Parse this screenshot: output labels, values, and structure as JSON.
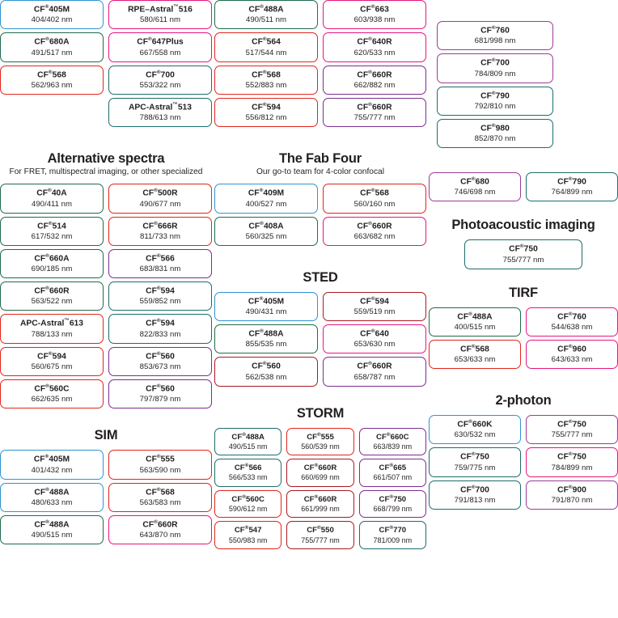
{
  "sections": {
    "top_left": {
      "chips": [
        {
          "name": "CF",
          "sup": "®",
          "model": "405M",
          "value": "404/402 nm",
          "color": "blue"
        },
        {
          "name": "RPE–Astral",
          "sup": "™",
          "model": "516",
          "value": "580/611 nm",
          "color": "magenta"
        },
        {
          "name": "CF",
          "sup": "®",
          "model": "680A",
          "value": "491/517 nm",
          "color": "green"
        },
        {
          "name": "CF",
          "sup": "®",
          "model": "647Plus",
          "value": "667/558 nm",
          "color": "magenta"
        },
        {
          "name": "CF",
          "sup": "®",
          "model": "568",
          "value": "562/963 nm",
          "color": "red"
        },
        {
          "name": "CF",
          "sup": "®",
          "model": "700",
          "value": "553/322 nm",
          "color": "teal"
        },
        {
          "name": "",
          "sup": "",
          "model": "",
          "value": "",
          "color": "none"
        },
        {
          "name": "APC-Astral",
          "sup": "™",
          "model": "513",
          "value": "788/613 nm",
          "color": "teal"
        }
      ]
    },
    "top_mid": {
      "chips": [
        {
          "name": "CF",
          "sup": "®",
          "model": "488A",
          "value": "490/511 nm",
          "color": "green"
        },
        {
          "name": "CF",
          "sup": "®",
          "model": "663",
          "value": "603/938 nm",
          "color": "magenta"
        },
        {
          "name": "CF",
          "sup": "®",
          "model": "564",
          "value": "517/544 nm",
          "color": "red"
        },
        {
          "name": "CF",
          "sup": "®",
          "model": "640R",
          "value": "620/533 nm",
          "color": "magenta"
        },
        {
          "name": "CF",
          "sup": "®",
          "model": "568",
          "value": "552/883 nm",
          "color": "red"
        },
        {
          "name": "CF",
          "sup": "®",
          "model": "660R",
          "value": "662/882 nm",
          "color": "purple"
        },
        {
          "name": "CF",
          "sup": "®",
          "model": "594",
          "value": "556/812 nm",
          "color": "red"
        },
        {
          "name": "CF",
          "sup": "®",
          "model": "660R",
          "value": "755/777 nm",
          "color": "purple"
        }
      ]
    },
    "top_right": {
      "chips": [
        {
          "name": "CF",
          "sup": "®",
          "model": "760",
          "value": "681/998 nm",
          "color": "violet"
        },
        {
          "name": "CF",
          "sup": "®",
          "model": "700",
          "value": "784/809 nm",
          "color": "violet"
        },
        {
          "name": "CF",
          "sup": "®",
          "model": "790",
          "value": "792/810 nm",
          "color": "teal"
        },
        {
          "name": "CF",
          "sup": "®",
          "model": "980",
          "value": "852/870 nm",
          "color": "teal"
        }
      ]
    },
    "alternative_spectra": {
      "title": "Alternative spectra",
      "subtitle": "For FRET, multispectral imaging, or other specialized",
      "chips": [
        {
          "name": "CF",
          "sup": "®",
          "model": "40A",
          "value": "490/411 nm",
          "color": "green"
        },
        {
          "name": "CF",
          "sup": "®",
          "model": "500R",
          "value": "490/677 nm",
          "color": "red"
        },
        {
          "name": "CF",
          "sup": "®",
          "model": "514",
          "value": "617/532 nm",
          "color": "green"
        },
        {
          "name": "CF",
          "sup": "®",
          "model": "666R",
          "value": "811/733 nm",
          "color": "red"
        },
        {
          "name": "CF",
          "sup": "®",
          "model": "660A",
          "value": "690/185 nm",
          "color": "green"
        },
        {
          "name": "CF",
          "sup": "®",
          "model": "566",
          "value": "683/831 nm",
          "color": "purple"
        },
        {
          "name": "CF",
          "sup": "®",
          "model": "660R",
          "value": "563/522 nm",
          "color": "green"
        },
        {
          "name": "CF",
          "sup": "®",
          "model": "594",
          "value": "559/852 nm",
          "color": "teal"
        },
        {
          "name": "APC-Astral",
          "sup": "™",
          "model": "613",
          "value": "788/133 nm",
          "color": "red"
        },
        {
          "name": "CF",
          "sup": "®",
          "model": "594",
          "value": "822/833 nm",
          "color": "teal"
        },
        {
          "name": "CF",
          "sup": "®",
          "model": "594",
          "value": "560/675 nm",
          "color": "red"
        },
        {
          "name": "CF",
          "sup": "®",
          "model": "560",
          "value": "853/673 nm",
          "color": "purple"
        },
        {
          "name": "CF",
          "sup": "®",
          "model": "560C",
          "value": "662/635 nm",
          "color": "red"
        },
        {
          "name": "CF",
          "sup": "®",
          "model": "560",
          "value": "797/879 nm",
          "color": "purple"
        }
      ]
    },
    "fab_four": {
      "title": "The Fab Four",
      "subtitle": "Our go-to team for 4-color confocal",
      "chips": [
        {
          "name": "CF",
          "sup": "®",
          "model": "409M",
          "value": "400/527 nm",
          "color": "blue"
        },
        {
          "name": "CF",
          "sup": "®",
          "model": "568",
          "value": "560/160 nm",
          "color": "red"
        },
        {
          "name": "CF",
          "sup": "®",
          "model": "408A",
          "value": "560/325 nm",
          "color": "green"
        },
        {
          "name": "CF",
          "sup": "®",
          "model": "660R",
          "value": "663/682 nm",
          "color": "magenta"
        }
      ]
    },
    "sted": {
      "title": "STED",
      "chips": [
        {
          "name": "CF",
          "sup": "®",
          "model": "405M",
          "value": "490/431 nm",
          "color": "blue"
        },
        {
          "name": "CF",
          "sup": "®",
          "model": "594",
          "value": "559/519 nm",
          "color": "darkred"
        },
        {
          "name": "CF",
          "sup": "®",
          "model": "488A",
          "value": "855/535 nm",
          "color": "green"
        },
        {
          "name": "CF",
          "sup": "®",
          "model": "640",
          "value": "653/630 nm",
          "color": "magenta"
        },
        {
          "name": "CF",
          "sup": "®",
          "model": "560",
          "value": "562/538 nm",
          "color": "darkred"
        },
        {
          "name": "CF",
          "sup": "®",
          "model": "660R",
          "value": "658/787 nm",
          "color": "purple"
        }
      ]
    },
    "mid_right_pair": {
      "chips": [
        {
          "name": "CF",
          "sup": "®",
          "model": "680",
          "value": "746/698 nm",
          "color": "violet"
        },
        {
          "name": "CF",
          "sup": "®",
          "model": "790",
          "value": "764/899 nm",
          "color": "teal"
        }
      ]
    },
    "photoacoustic": {
      "title": "Photoacoustic imaging",
      "chips": [
        {
          "name": "CF",
          "sup": "®",
          "model": "750",
          "value": "755/777 nm",
          "color": "teal"
        }
      ]
    },
    "tirf": {
      "title": "TIRF",
      "chips": [
        {
          "name": "CF",
          "sup": "®",
          "model": "488A",
          "value": "400/515 nm",
          "color": "green"
        },
        {
          "name": "CF",
          "sup": "®",
          "model": "760",
          "value": "544/638 nm",
          "color": "magenta"
        },
        {
          "name": "CF",
          "sup": "®",
          "model": "568",
          "value": "653/633 nm",
          "color": "red"
        },
        {
          "name": "CF",
          "sup": "®",
          "model": "960",
          "value": "643/633 nm",
          "color": "magenta"
        }
      ]
    },
    "sim": {
      "title": "SIM",
      "chips": [
        {
          "name": "CF",
          "sup": "®",
          "model": "405M",
          "value": "401/432 nm",
          "color": "blue"
        },
        {
          "name": "CF",
          "sup": "®",
          "model": "555",
          "value": "563/590 nm",
          "color": "red"
        },
        {
          "name": "CF",
          "sup": "®",
          "model": "488A",
          "value": "480/633 nm",
          "color": "blue"
        },
        {
          "name": "CF",
          "sup": "®",
          "model": "568",
          "value": "563/583 nm",
          "color": "red"
        },
        {
          "name": "CF",
          "sup": "®",
          "model": "488A",
          "value": "490/515 nm",
          "color": "green"
        },
        {
          "name": "CF",
          "sup": "®",
          "model": "660R",
          "value": "643/870 nm",
          "color": "magenta"
        }
      ]
    },
    "storm": {
      "title": "STORM",
      "chips": [
        {
          "name": "CF",
          "sup": "®",
          "model": "488A",
          "value": "490/515 nm",
          "color": "teal"
        },
        {
          "name": "CF",
          "sup": "®",
          "model": "555",
          "value": "560/539 nm",
          "color": "red"
        },
        {
          "name": "CF",
          "sup": "®",
          "model": "660C",
          "value": "663/839 nm",
          "color": "purple"
        },
        {
          "name": "CF",
          "sup": "®",
          "model": "566",
          "value": "566/533 nm",
          "color": "teal"
        },
        {
          "name": "CF",
          "sup": "®",
          "model": "660R",
          "value": "660/699 nm",
          "color": "darkred"
        },
        {
          "name": "CF",
          "sup": "®",
          "model": "665",
          "value": "661/507 nm",
          "color": "purple"
        },
        {
          "name": "CF",
          "sup": "®",
          "model": "560C",
          "value": "590/612 nm",
          "color": "red"
        },
        {
          "name": "CF",
          "sup": "®",
          "model": "660R",
          "value": "661/999 nm",
          "color": "darkred"
        },
        {
          "name": "CF",
          "sup": "®",
          "model": "750",
          "value": "668/799 nm",
          "color": "purple"
        },
        {
          "name": "CF",
          "sup": "®",
          "model": "547",
          "value": "550/983 nm",
          "color": "red"
        },
        {
          "name": "CF",
          "sup": "®",
          "model": "550",
          "value": "755/777 nm",
          "color": "darkred"
        },
        {
          "name": "CF",
          "sup": "®",
          "model": "770",
          "value": "781/009 nm",
          "color": "teal"
        }
      ]
    },
    "two_photon": {
      "title": "2-photon",
      "chips": [
        {
          "name": "CF",
          "sup": "®",
          "model": "660K",
          "value": "630/532 nm",
          "color": "blue"
        },
        {
          "name": "CF",
          "sup": "®",
          "model": "750",
          "value": "755/777 nm",
          "color": "violet"
        },
        {
          "name": "CF",
          "sup": "®",
          "model": "750",
          "value": "759/775 nm",
          "color": "teal"
        },
        {
          "name": "CF",
          "sup": "®",
          "model": "750",
          "value": "784/899 nm",
          "color": "magenta"
        },
        {
          "name": "CF",
          "sup": "®",
          "model": "700",
          "value": "791/813 nm",
          "color": "teal"
        },
        {
          "name": "CF",
          "sup": "®",
          "model": "900",
          "value": "791/870 nm",
          "color": "violet"
        }
      ]
    }
  },
  "colors": {
    "blue": "#2E94D2",
    "green": "#1F6B4A",
    "teal": "#1C6D6B",
    "red": "#E1251B",
    "darkred": "#A81A22",
    "magenta": "#E6147E",
    "purple": "#7B2D8E",
    "violet": "#9B3C96"
  }
}
